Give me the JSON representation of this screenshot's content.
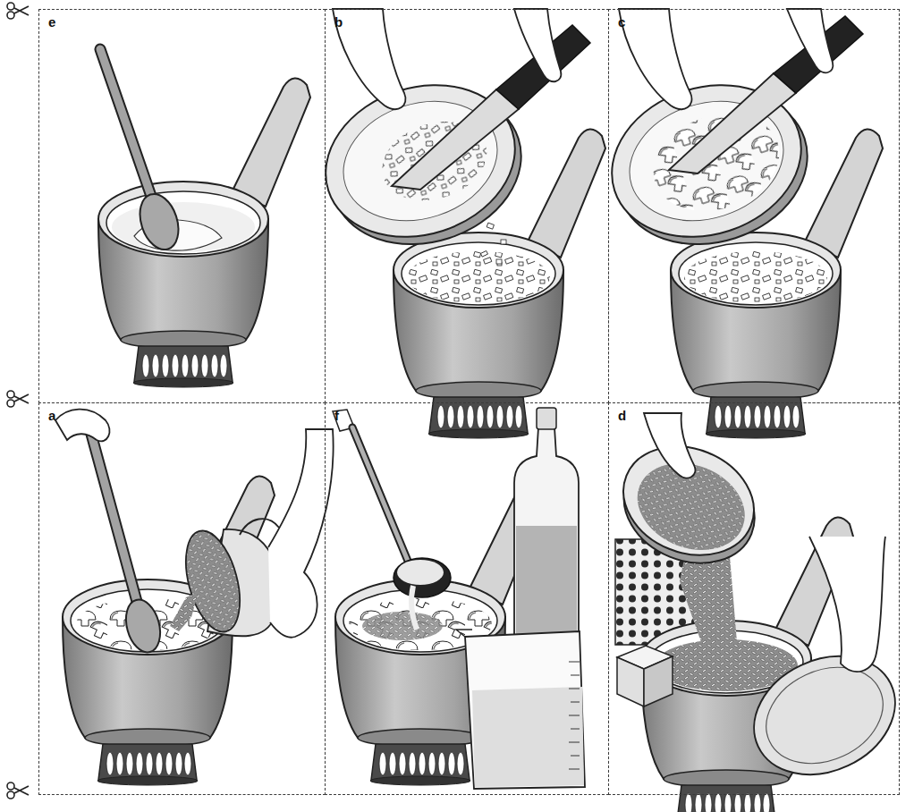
{
  "diagram": {
    "nodes": [
      {
        "text": [
          "e"
        ]
      },
      {
        "text": [
          "b"
        ]
      },
      {
        "text": [
          "c"
        ]
      },
      {
        "text": [
          "a"
        ]
      },
      {
        "text": [
          "f"
        ]
      },
      {
        "text": [
          "d"
        ]
      }
    ]
  }
}
